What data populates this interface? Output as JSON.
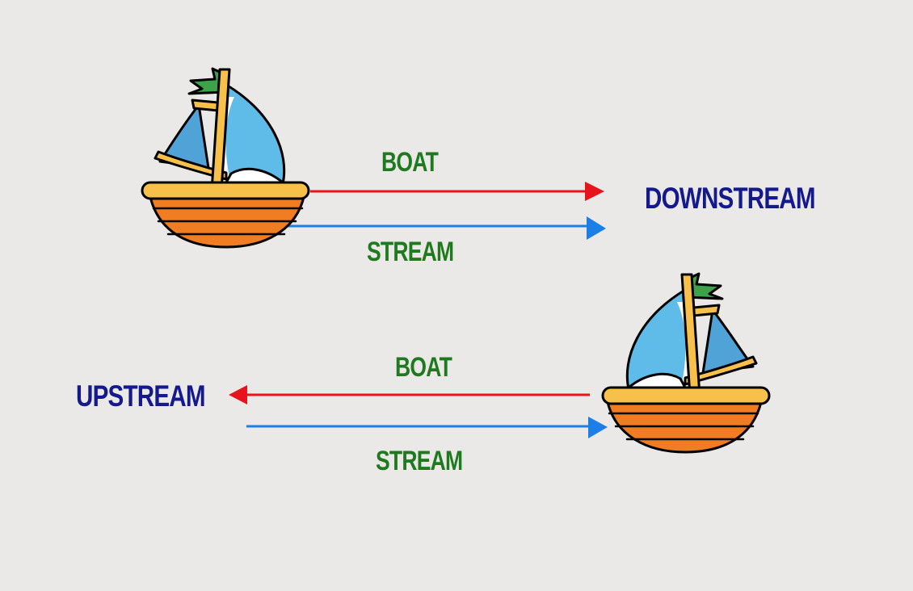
{
  "colors": {
    "background": "#ebe9e7",
    "boat_arrow": "#e8141c",
    "stream_arrow": "#1c7fe6",
    "small_label": "#1f7a1f",
    "direction_label": "#141a8c",
    "hull": "#f07d22",
    "rim": "#f7c04a",
    "sail": "#5fbbe8",
    "flag": "#3da34a"
  },
  "downstream": {
    "boat_label": "BOAT",
    "stream_label": "STREAM",
    "direction_label": "DOWNSTREAM",
    "boat_icon": "sailboat-icon"
  },
  "upstream": {
    "boat_label": "BOAT",
    "stream_label": "STREAM",
    "direction_label": "UPSTREAM",
    "boat_icon": "sailboat-icon"
  }
}
